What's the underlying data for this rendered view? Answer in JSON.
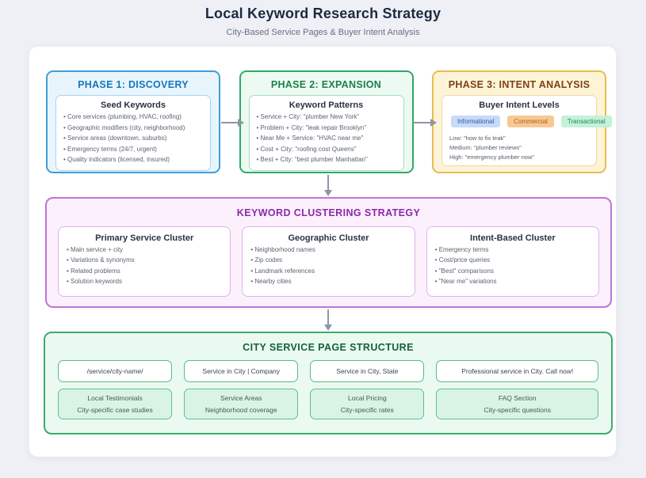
{
  "page": {
    "title": "Local Keyword Research Strategy",
    "subtitle": "City-Based Service Pages & Buyer Intent Analysis"
  },
  "phases": [
    {
      "title": "PHASE 1: DISCOVERY",
      "card_title": "Seed Keywords",
      "items": [
        "Core services (plumbing, HVAC, roofing)",
        "Geographic modifiers (city, neighborhood)",
        "Service areas (downtown, suburbs)",
        "Emergency terms (24/7, urgent)",
        "Quality indicators (licensed, insured)"
      ]
    },
    {
      "title": "PHASE 2: EXPANSION",
      "card_title": "Keyword Patterns",
      "items": [
        "Service + City: \"plumber New York\"",
        "Problem + City: \"leak repair Brooklyn\"",
        "Near Me + Service: \"HVAC near me\"",
        "Cost + City: \"roofing cost Queens\"",
        "Best + City: \"best plumber Manhattan\""
      ]
    },
    {
      "title": "PHASE 3: INTENT ANALYSIS",
      "card_title": "Buyer Intent Levels",
      "badges": [
        "Informational",
        "Commercial",
        "Transactional"
      ],
      "levels": [
        "Low: \"how to fix leak\"",
        "Medium: \"plumber reviews\"",
        "High: \"emergency plumber now\""
      ]
    }
  ],
  "clustering": {
    "title": "KEYWORD CLUSTERING STRATEGY",
    "clusters": [
      {
        "title": "Primary Service Cluster",
        "items": [
          "Main service + city",
          "Variations & synonyms",
          "Related problems",
          "Solution keywords"
        ]
      },
      {
        "title": "Geographic Cluster",
        "items": [
          "Neighborhood names",
          "Zip codes",
          "Landmark references",
          "Nearby cities"
        ]
      },
      {
        "title": "Intent-Based Cluster",
        "items": [
          "Emergency terms",
          "Cost/price queries",
          "\"Best\" comparisons",
          "\"Near me\" variations"
        ]
      }
    ]
  },
  "city_structure": {
    "title": "CITY SERVICE PAGE STRUCTURE",
    "url_patterns": [
      "/service/city-name/",
      "Service in City | Company",
      "Service in City, State",
      "Professional service in City. Call now!"
    ],
    "content_blocks": [
      {
        "line1": "Local Testimonials",
        "line2": "City-specific case studies"
      },
      {
        "line1": "Service Areas",
        "line2": "Neighborhood coverage"
      },
      {
        "line1": "Local Pricing",
        "line2": "City-specific rates"
      },
      {
        "line1": "FAQ Section",
        "line2": "City-specific questions"
      }
    ]
  },
  "colors": {
    "page_background": "#eef0f5",
    "phase1_accent": "#3d9fd6",
    "phase1_header_text": "#1577b8",
    "phase2_accent": "#2fa968",
    "phase2_header_text": "#1e7f4b",
    "phase3_accent": "#e7bb4e",
    "phase3_header_text": "#7d3f14",
    "badge_informational_bg": "#c7daf8",
    "badge_commercial_bg": "#f8c894",
    "badge_transactional_bg": "#c4f1d8",
    "clustering_accent": "#c273d8",
    "clustering_header_text": "#8a2ba8",
    "city_accent": "#3cab6c",
    "city_header_text": "#14623a",
    "arrow_color": "#8e96a3"
  }
}
